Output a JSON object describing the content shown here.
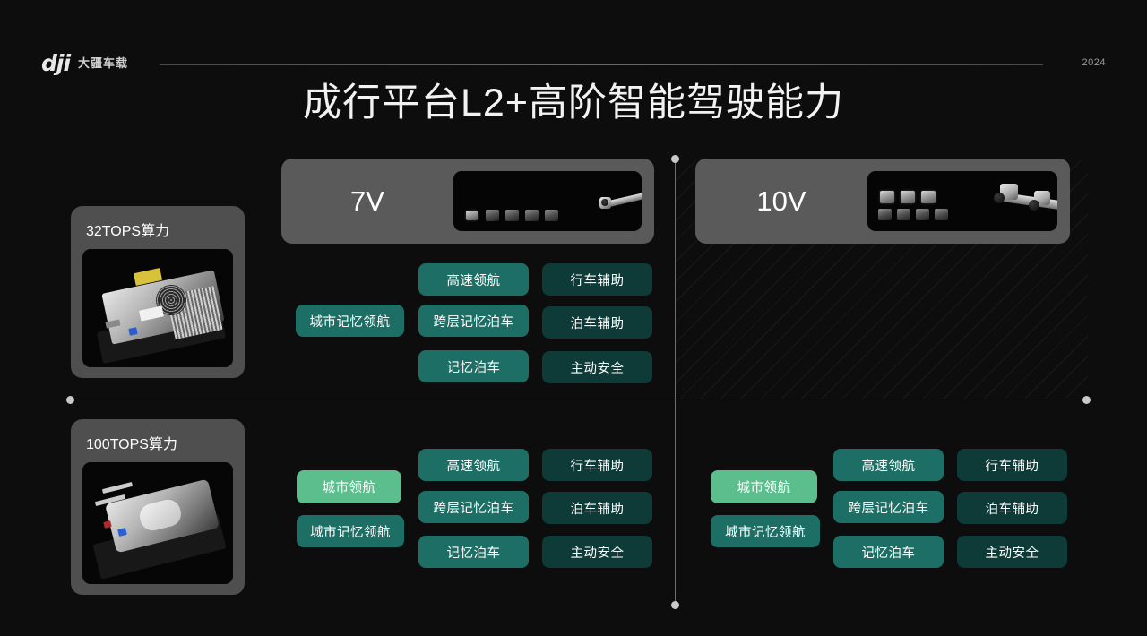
{
  "header": {
    "brand_mark": "dji",
    "brand_name": "大疆车载",
    "year": "2024"
  },
  "title": "成行平台L2+高阶智能驾驶能力",
  "compute_cards": [
    {
      "label": "32TOPS算力",
      "image_name": "ecu-32tops-module"
    },
    {
      "label": "100TOPS算力",
      "image_name": "ecu-100tops-module"
    }
  ],
  "column_headers": [
    {
      "label": "7V",
      "image_name": "sensor-kit-7v"
    },
    {
      "label": "10V",
      "image_name": "sensor-kit-10v"
    }
  ],
  "groups": {
    "tops32_7v": {
      "lead": [
        "城市记忆领航"
      ],
      "column_mid": [
        "高速领航",
        "跨层记忆泊车",
        "记忆泊车"
      ],
      "column_right": [
        "行车辅助",
        "泊车辅助",
        "主动安全"
      ]
    },
    "tops100_7v": {
      "lead_highlight": "城市领航",
      "lead": [
        "城市记忆领航"
      ],
      "column_mid": [
        "高速领航",
        "跨层记忆泊车",
        "记忆泊车"
      ],
      "column_right": [
        "行车辅助",
        "泊车辅助",
        "主动安全"
      ]
    },
    "tops100_10v": {
      "lead_highlight": "城市领航",
      "lead": [
        "城市记忆领航"
      ],
      "column_mid": [
        "高速领航",
        "跨层记忆泊车",
        "记忆泊车"
      ],
      "column_right": [
        "行车辅助",
        "泊车辅助",
        "主动安全"
      ]
    }
  },
  "colors": {
    "background": "#0d0d0d",
    "pill_teal": "#1d6f65",
    "pill_dark_teal": "#0e3a38",
    "pill_green": "#5cbd8d",
    "card_gray": "#4f4f4f",
    "header_card_gray": "#5a5a5a",
    "divider": "#6e6e6e",
    "title_text": "#f2f2f2"
  }
}
